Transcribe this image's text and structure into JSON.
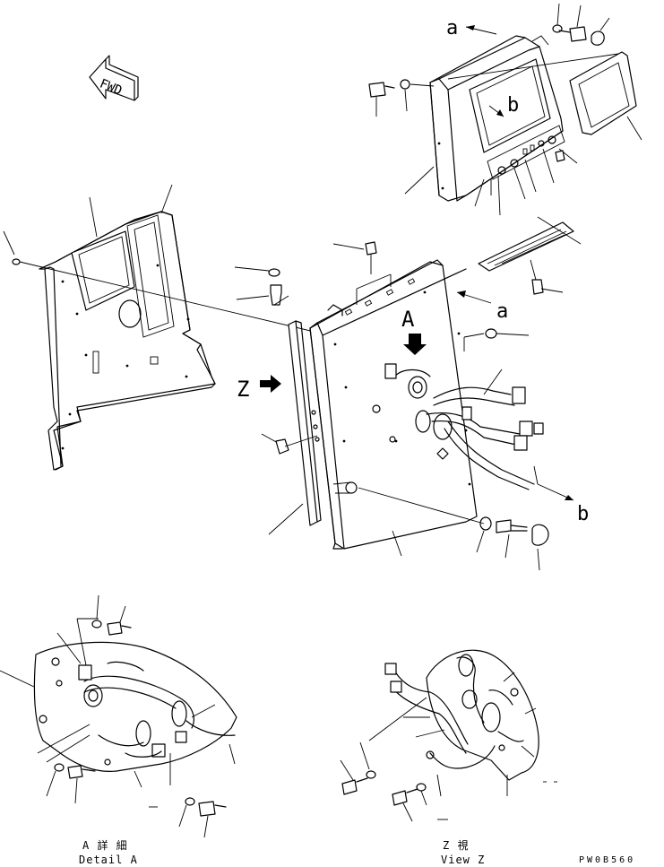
{
  "drawing": {
    "fwd_label": "FWD",
    "callouts": {
      "a_top": "a",
      "b_window": "b",
      "a_right": "a",
      "A_view": "A",
      "Z_view": "Z",
      "b_right": "b"
    },
    "captions": {
      "detail_a_jp": "A 詳 細",
      "detail_a_en": "Detail A",
      "view_z_jp": "Z  視",
      "view_z_en": "View Z"
    },
    "drawing_number": "PW0B560"
  }
}
